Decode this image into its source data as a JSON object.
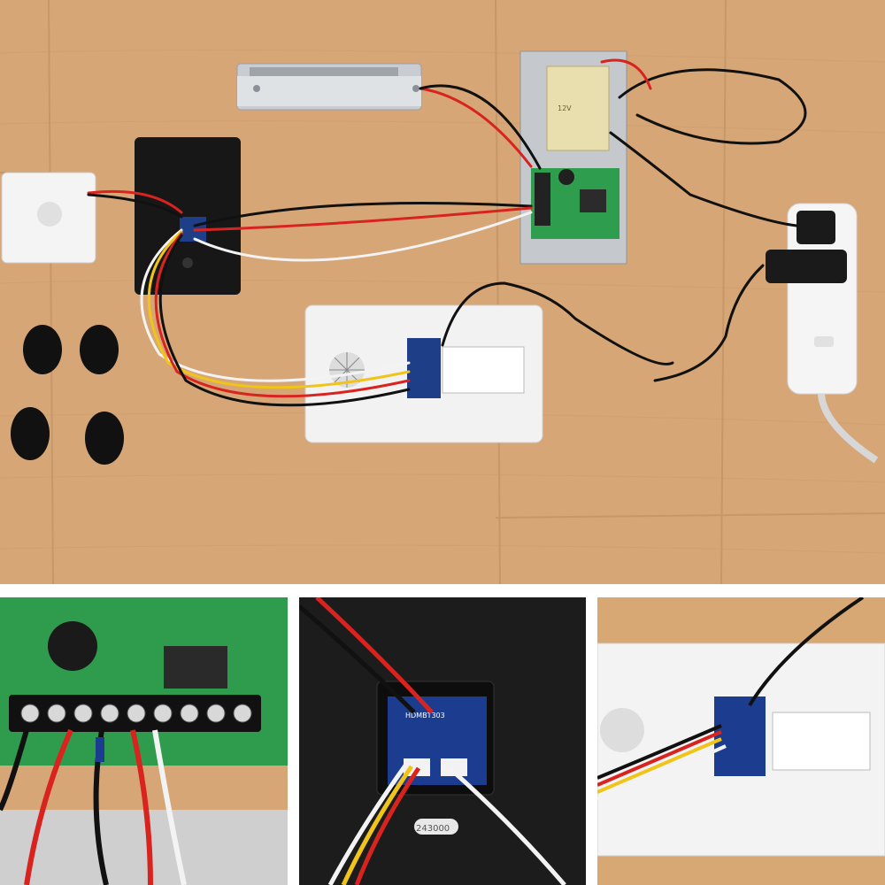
{
  "photo": {
    "subject": "video intercom access control wiring kit",
    "labels": {
      "mini_board_text": "HDMBT303",
      "doorbell_serial": "243000",
      "psu_voltage_text": "12V"
    },
    "colors": {
      "wood": "#d7a877",
      "wood_dark": "#b98a5c",
      "wire_red": "#d8231f",
      "wire_black": "#111111",
      "wire_white": "#f3f3f3",
      "wire_yellow": "#f0c419",
      "pcb_green": "#2e9e4e",
      "pcb_blue": "#1c3d8f"
    }
  }
}
